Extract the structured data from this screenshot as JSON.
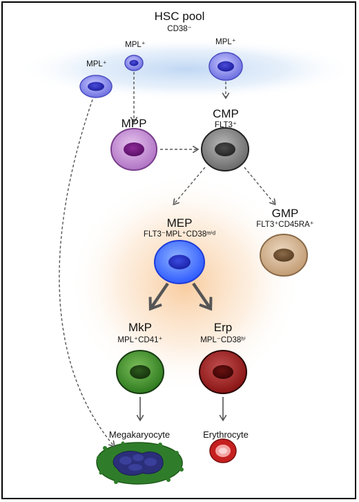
{
  "title": "HSC pool",
  "title_marker": "CD38⁻",
  "labels": {
    "mpl_top_left": "MPL⁺",
    "mpl_top_center": "MPL⁺",
    "mpl_top_right": "MPL⁺",
    "mpp": "MPP",
    "cmp": "CMP",
    "cmp_marker": "FLT3⁺",
    "mep": "MEP",
    "mep_marker": "FLT3⁻MPL⁺CD38ᵐⁱᵈ",
    "gmp": "GMP",
    "gmp_marker": "FLT3⁺CD45RA⁺",
    "mkp": "MkP",
    "mkp_marker": "MPL⁺CD41⁺",
    "erp": "Erp",
    "erp_marker": "MPL⁻CD38ʰⁱ",
    "megakaryocyte": "Megakaryocyte",
    "erythrocyte": "Erythrocyte"
  },
  "colors": {
    "hsc_blue": "#3b3dcf",
    "mpp_purple": "#8a2b9a",
    "cmp_gray": "#6b6b6b",
    "mep_blue": "#2f5bff",
    "gmp_tan": "#c8a27a",
    "mkp_green": "#3d8a2a",
    "erp_red": "#9b1a1a",
    "arrow": "#555555"
  }
}
